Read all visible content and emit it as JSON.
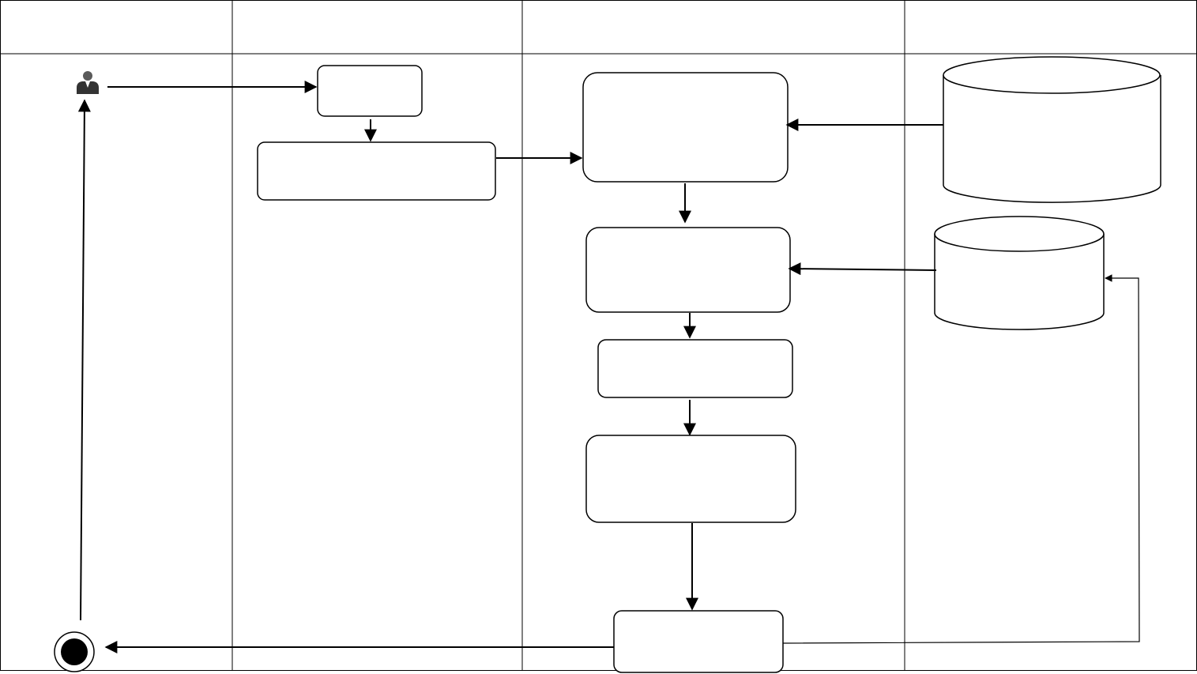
{
  "diagram": {
    "type": "swimlane-activity",
    "colors": {
      "line": "#000000",
      "fill": "#ffffff",
      "actor_head": "#5a5a5a",
      "actor_body": "#333333",
      "end_dot": "#000000"
    },
    "lanes": [
      {
        "id": "lane-1",
        "title": ""
      },
      {
        "id": "lane-2",
        "title": ""
      },
      {
        "id": "lane-3",
        "title": ""
      },
      {
        "id": "lane-4",
        "title": ""
      }
    ],
    "nodes": [
      {
        "id": "actor",
        "kind": "actor-icon",
        "label": ""
      },
      {
        "id": "box-a",
        "kind": "rounded-box",
        "label": ""
      },
      {
        "id": "box-b",
        "kind": "rounded-box",
        "label": ""
      },
      {
        "id": "box-c",
        "kind": "rounded-box",
        "label": ""
      },
      {
        "id": "box-d",
        "kind": "rounded-box",
        "label": ""
      },
      {
        "id": "box-e",
        "kind": "rounded-box",
        "label": ""
      },
      {
        "id": "box-f",
        "kind": "rounded-box",
        "label": ""
      },
      {
        "id": "box-g",
        "kind": "rounded-box",
        "label": ""
      },
      {
        "id": "db-1",
        "kind": "database",
        "label": ""
      },
      {
        "id": "db-2",
        "kind": "database",
        "label": ""
      },
      {
        "id": "end",
        "kind": "final-state",
        "label": ""
      }
    ],
    "edges": [
      {
        "from": "actor",
        "to": "box-a"
      },
      {
        "from": "box-a",
        "to": "box-b"
      },
      {
        "from": "box-b",
        "to": "box-c"
      },
      {
        "from": "db-1",
        "to": "box-c"
      },
      {
        "from": "box-c",
        "to": "box-d"
      },
      {
        "from": "db-2",
        "to": "box-d"
      },
      {
        "from": "box-d",
        "to": "box-e"
      },
      {
        "from": "box-e",
        "to": "box-f"
      },
      {
        "from": "box-f",
        "to": "box-g"
      },
      {
        "from": "box-g",
        "to": "db-2"
      },
      {
        "from": "box-g",
        "to": "end"
      },
      {
        "from": "end",
        "to": "actor"
      }
    ]
  }
}
